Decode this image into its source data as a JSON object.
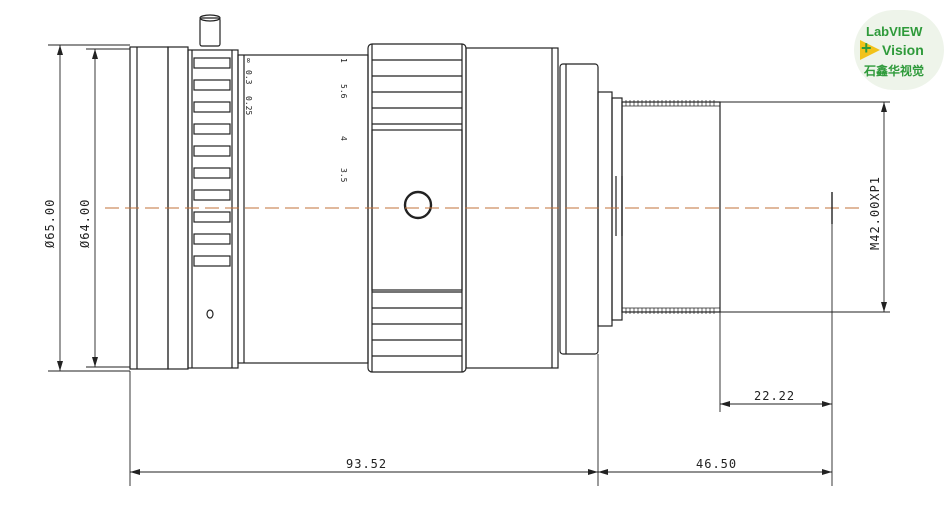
{
  "logo": {
    "line1": "LabVIEW",
    "plus": "+",
    "line2": "Vision",
    "line3": "石鑫华视觉"
  },
  "dimensions": {
    "outer_diameter": "Ø65.00",
    "inner_diameter": "Ø64.00",
    "thread": "M42.00XP1",
    "flange": "22.22",
    "body_length": "93.52",
    "back_length": "46.50"
  },
  "scale": {
    "focus_marks": [
      "∞",
      "0.3",
      "0.25"
    ],
    "aperture_marks": [
      "1",
      "5.6",
      "4",
      "3.5"
    ]
  },
  "colors": {
    "line": "#222222",
    "centerline": "#c0703a",
    "logo_green": "#2e9a3a",
    "logo_yellow": "#f2c21a"
  }
}
